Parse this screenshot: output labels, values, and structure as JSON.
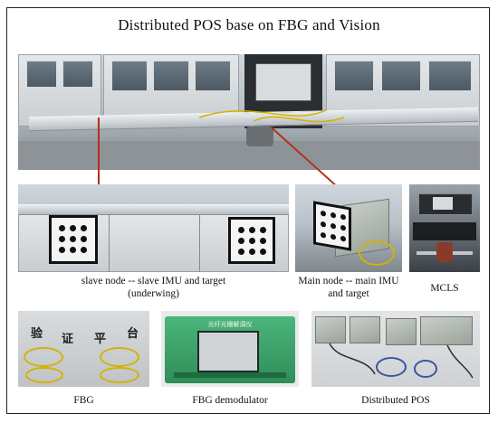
{
  "title": "Distributed POS base on FBG and Vision",
  "captions": {
    "slave_node_line1": "slave node -- slave IMU and target",
    "slave_node_line2": "(underwing)",
    "main_node_line1": "Main node -- main IMU",
    "main_node_line2": "and target",
    "mcls": "MCLS",
    "fbg": "FBG",
    "fbg_demodulator": "FBG demodulator",
    "distributed_pos": "Distributed POS"
  },
  "fbg_photo_chars": [
    "验",
    "证",
    "平",
    "台"
  ],
  "demodulator_screen_label": "光纤光栅解调仪",
  "colors": {
    "arrow": "#b5301a",
    "fiber": "#d4b200",
    "demodulator_body": "#3aa56a"
  }
}
